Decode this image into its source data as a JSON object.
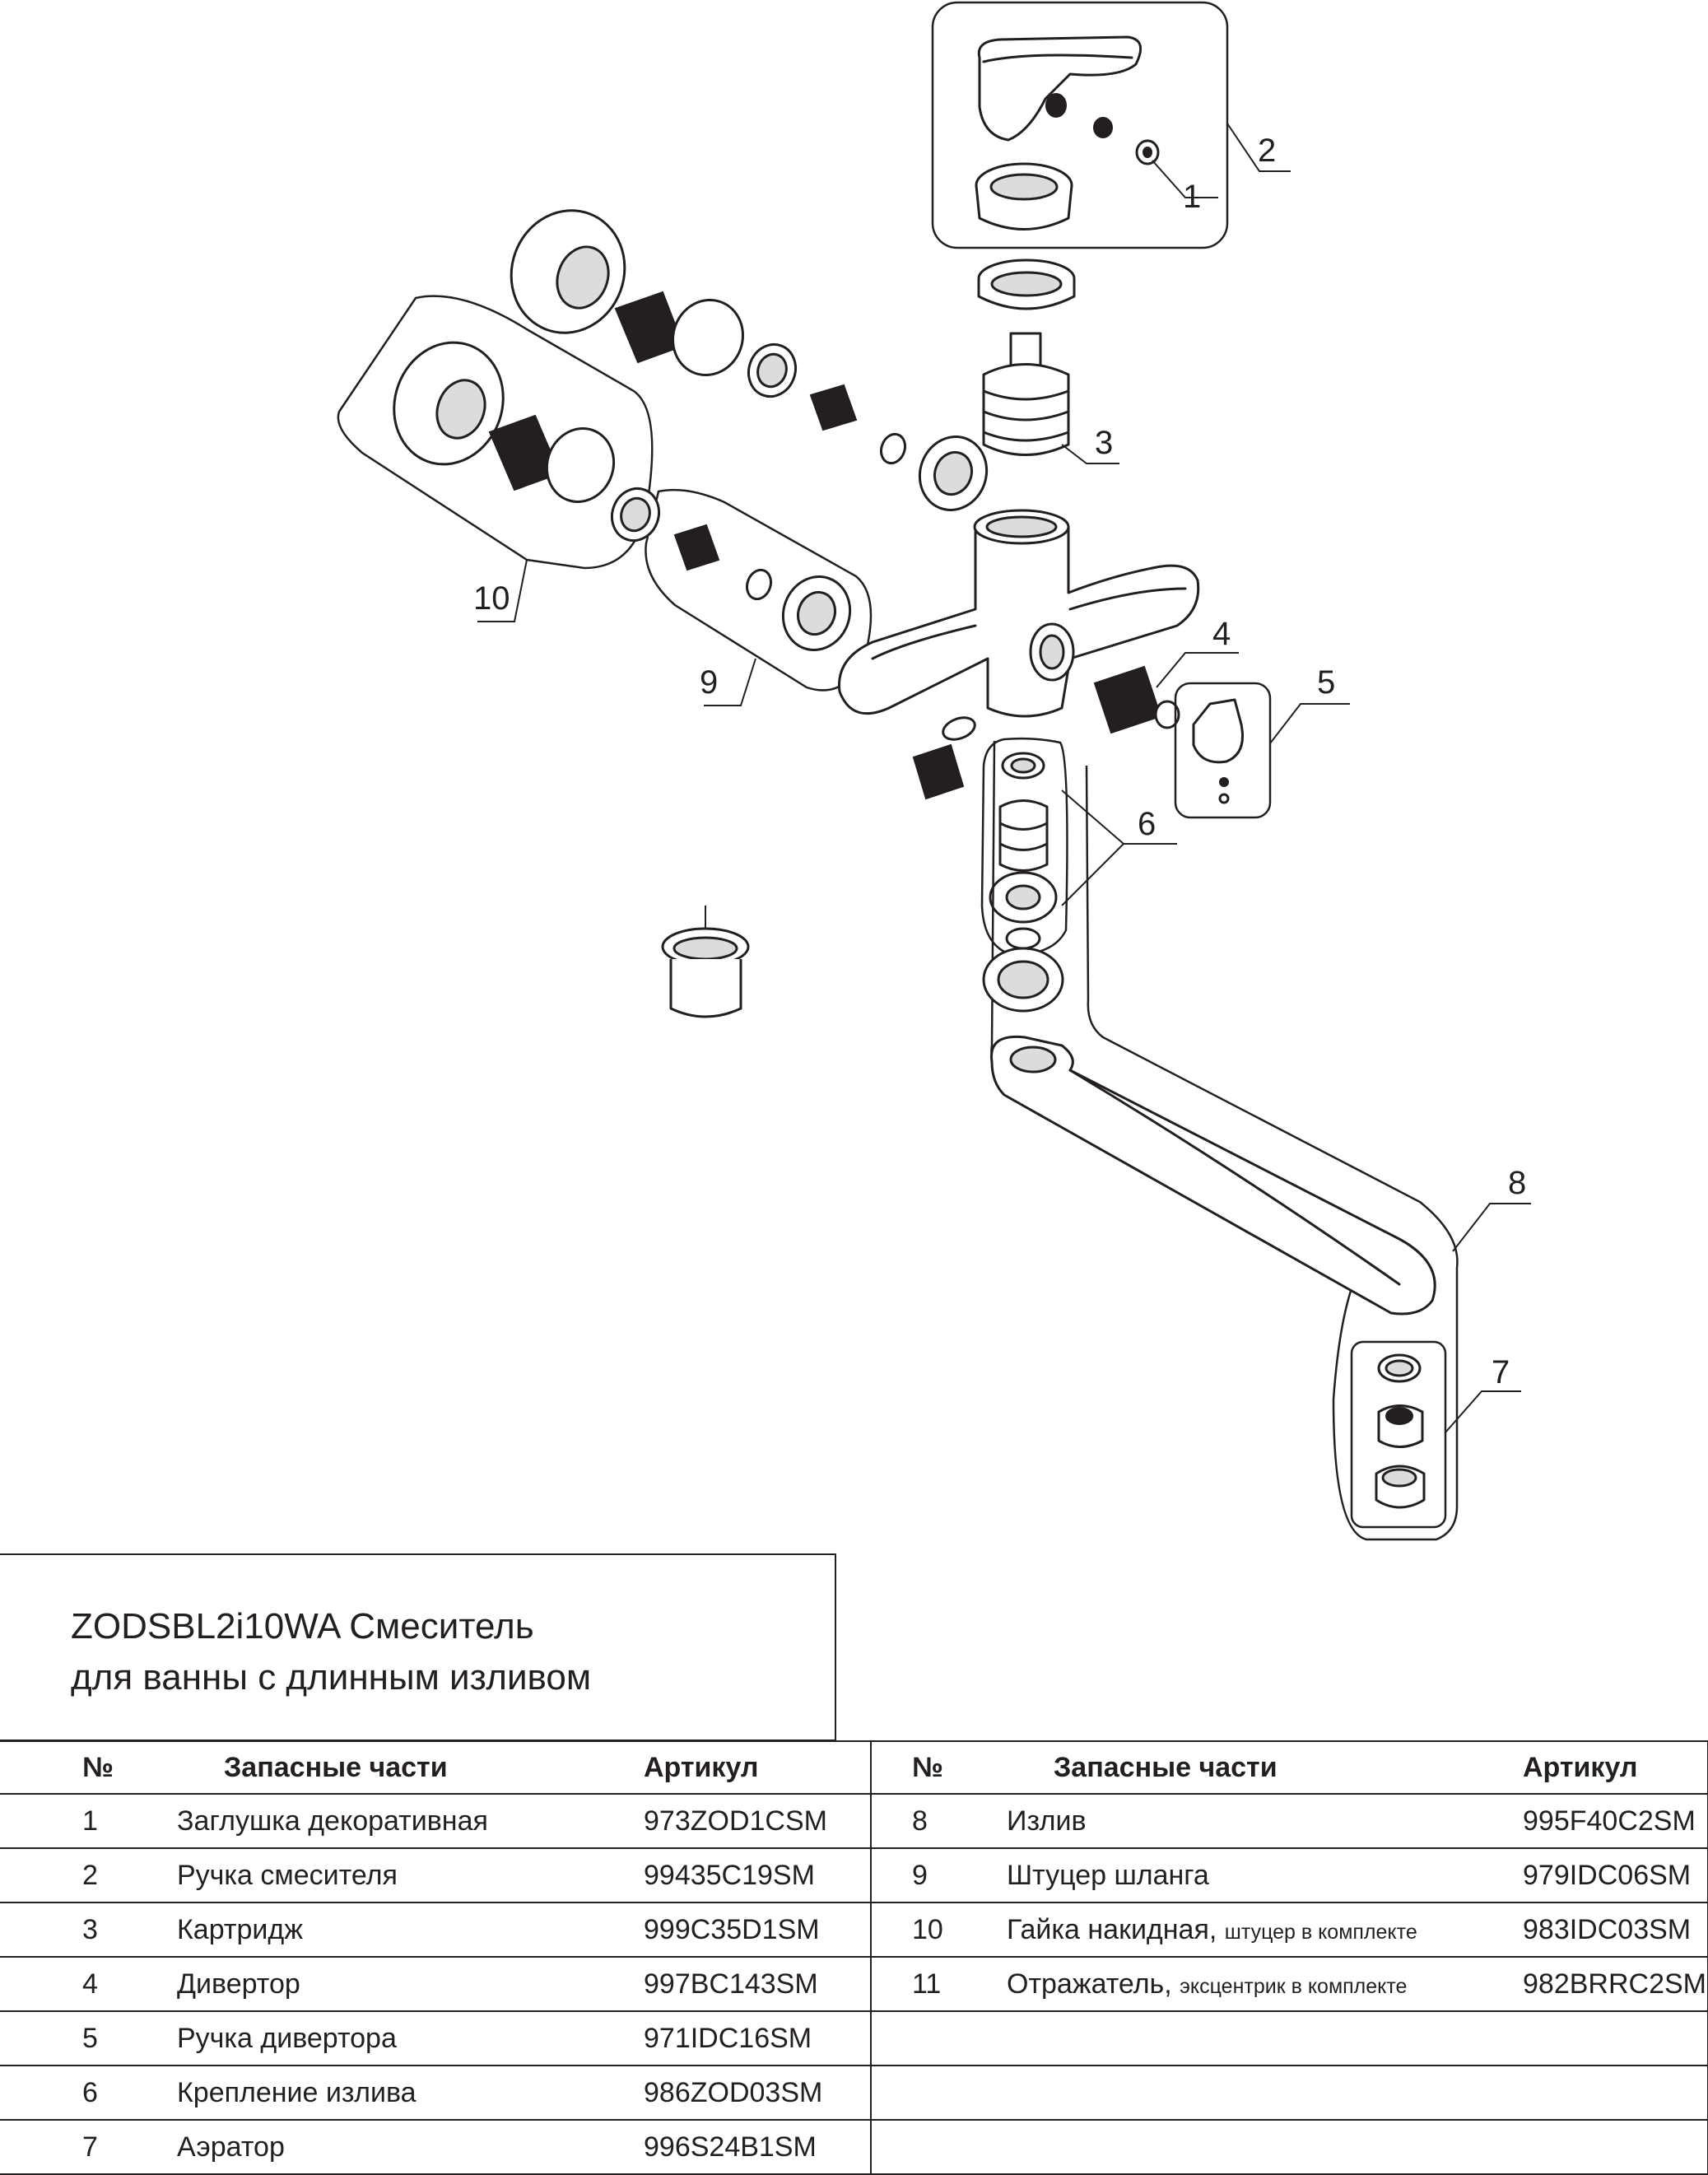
{
  "callouts": [
    "1",
    "2",
    "3",
    "4",
    "5",
    "6",
    "7",
    "8",
    "9",
    "10"
  ],
  "title": {
    "line1": "ZODSBL2i10WA Смеситель",
    "line2": "для ванны с длинным изливом"
  },
  "table": {
    "headers": {
      "no": "№",
      "name": "Запасные части",
      "sku": "Артикул"
    },
    "left": [
      {
        "no": "1",
        "name": "Заглушка декоративная",
        "note": "",
        "sku": "973ZOD1CSM"
      },
      {
        "no": "2",
        "name": "Ручка смесителя",
        "note": "",
        "sku": "99435C19SM"
      },
      {
        "no": "3",
        "name": "Картридж",
        "note": "",
        "sku": "999C35D1SM"
      },
      {
        "no": "4",
        "name": "Дивертор",
        "note": "",
        "sku": "997BC143SM"
      },
      {
        "no": "5",
        "name": "Ручка дивертора",
        "note": "",
        "sku": "971IDC16SM"
      },
      {
        "no": "6",
        "name": "Крепление излива",
        "note": "",
        "sku": "986ZOD03SM"
      },
      {
        "no": "7",
        "name": "Аэратор",
        "note": "",
        "sku": "996S24B1SM"
      }
    ],
    "right": [
      {
        "no": "8",
        "name": "Излив",
        "note": "",
        "sku": "995F40C2SM"
      },
      {
        "no": "9",
        "name": "Штуцер шланга",
        "note": "",
        "sku": "979IDC06SM"
      },
      {
        "no": "10",
        "name": "Гайка накидная,",
        "note": "штуцер в комплекте",
        "sku": "983IDC03SM"
      },
      {
        "no": "11",
        "name": "Отражатель,",
        "note": "эксцентрик в комплекте",
        "sku": "982BRRC2SM"
      },
      {
        "no": "",
        "name": "",
        "note": "",
        "sku": ""
      },
      {
        "no": "",
        "name": "",
        "note": "",
        "sku": ""
      },
      {
        "no": "",
        "name": "",
        "note": "",
        "sku": ""
      }
    ]
  }
}
